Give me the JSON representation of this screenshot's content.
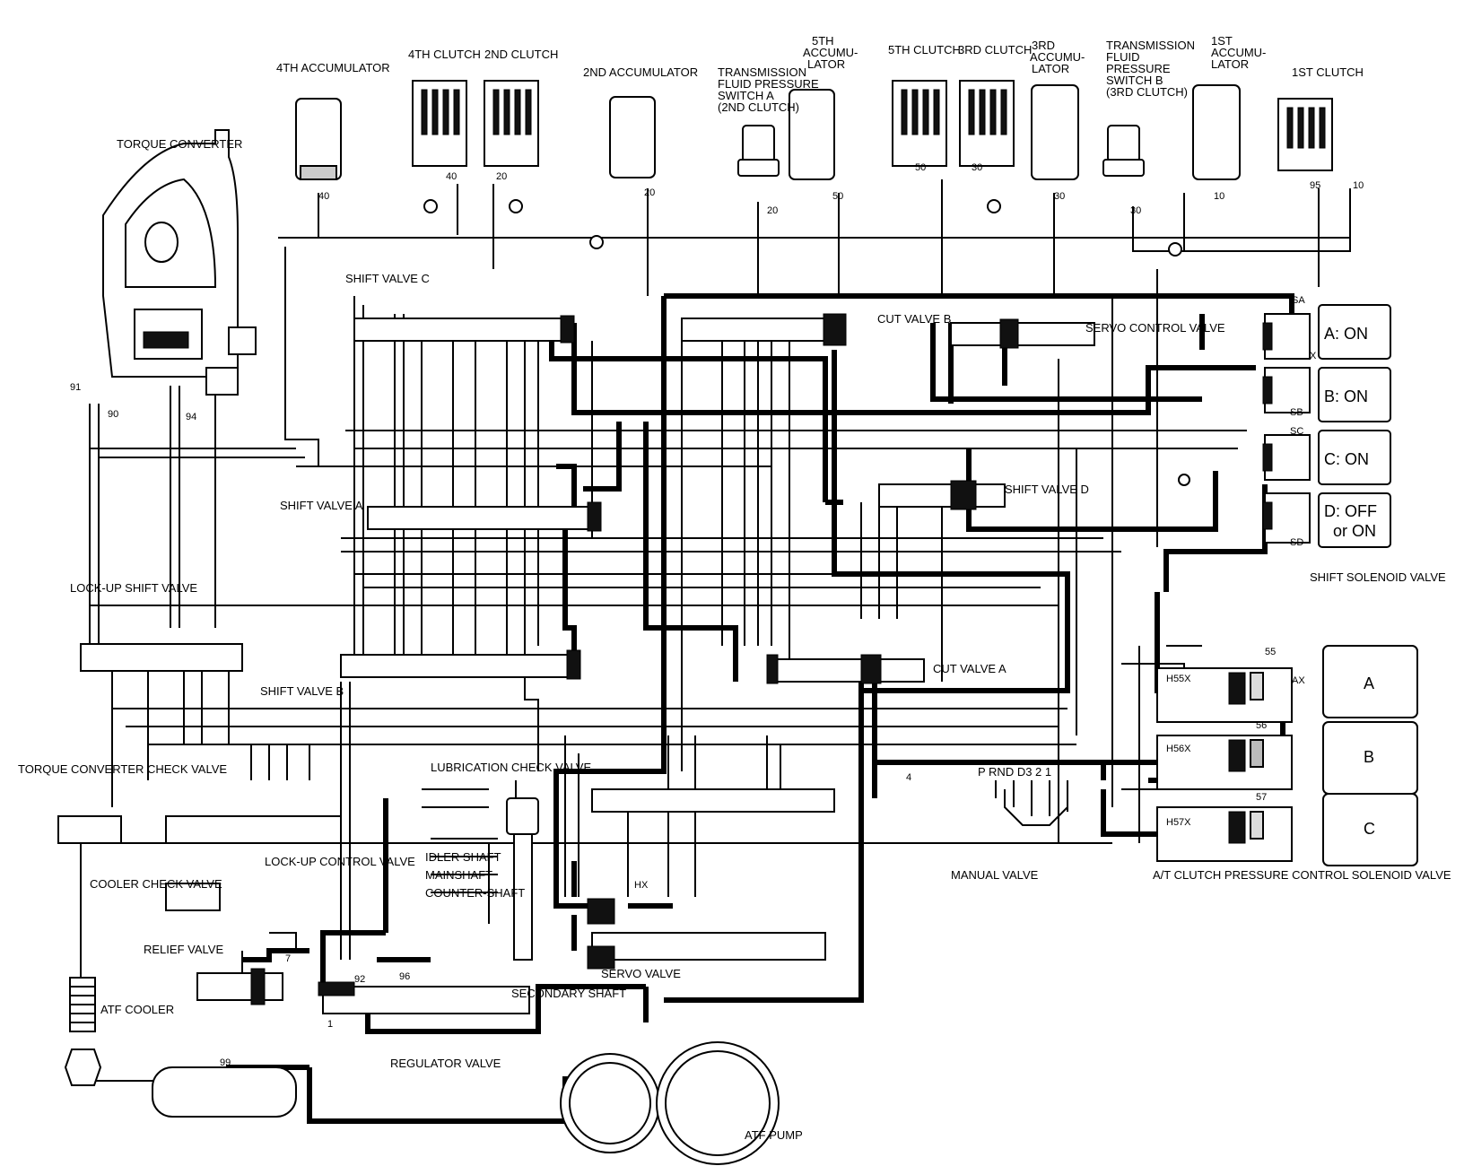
{
  "components": {
    "torque_converter": "TORQUE CONVERTER",
    "accumulator_4th": "4TH ACCUMULATOR",
    "clutch_4th": "4TH CLUTCH",
    "clutch_2nd": "2ND CLUTCH",
    "accumulator_2nd": "2ND ACCUMULATOR",
    "tfp_switch_a_l1": "TRANSMISSION",
    "tfp_switch_a_l2": "FLUID PRESSURE",
    "tfp_switch_a_l3": "SWITCH A",
    "tfp_switch_a_l4": "(2ND CLUTCH)",
    "accumulator_5th_l1": "5TH",
    "accumulator_5th_l2": "ACCUMU-",
    "accumulator_5th_l3": "LATOR",
    "clutch_5th": "5TH CLUTCH",
    "clutch_3rd": "3RD CLUTCH",
    "accumulator_3rd_l1": "3RD",
    "accumulator_3rd_l2": "ACCUMU-",
    "accumulator_3rd_l3": "LATOR",
    "tfp_switch_b_l1": "TRANSMISSION",
    "tfp_switch_b_l2": "FLUID",
    "tfp_switch_b_l3": "PRESSURE",
    "tfp_switch_b_l4": "SWITCH B",
    "tfp_switch_b_l5": "(3RD CLUTCH)",
    "accumulator_1st_l1": "1ST",
    "accumulator_1st_l2": "ACCUMU-",
    "accumulator_1st_l3": "LATOR",
    "clutch_1st": "1ST CLUTCH",
    "shift_valve_c": "SHIFT VALVE C",
    "cut_valve_b": "CUT VALVE B",
    "servo_control_valve": "SERVO CONTROL VALVE",
    "shift_valve_a": "SHIFT VALVE A",
    "shift_valve_d": "SHIFT VALVE D",
    "lockup_shift_valve": "LOCK-UP SHIFT VALVE",
    "shift_valve_b": "SHIFT VALVE B",
    "cut_valve_a": "CUT VALVE A",
    "shift_solenoid_valve": "SHIFT SOLENOID VALVE",
    "tc_check_valve": "TORQUE CONVERTER CHECK VALVE",
    "lubrication_check_valve": "LUBRICATION CHECK VALVE",
    "lockup_control_valve": "LOCK-UP CONTROL VALVE",
    "cooler_check_valve": "COOLER CHECK VALVE",
    "relief_valve": "RELIEF VALVE",
    "atf_cooler": "ATF COOLER",
    "regulator_valve": "REGULATOR VALVE",
    "secondary_shaft": "SECONDARY SHAFT",
    "servo_valve": "SERVO VALVE",
    "manual_valve": "MANUAL VALVE",
    "atf_pump": "ATF PUMP",
    "at_clutch_pcsv": "A/T CLUTCH PRESSURE CONTROL SOLENOID VALVE",
    "idler_shaft": "IDLER SHAFT",
    "mainshaft": "MAINSHAFT",
    "countershaft": "COUNTER-SHAFT"
  },
  "solenoid_states": {
    "a": "A: ON",
    "b": "B: ON",
    "c": "C: ON",
    "d_l1": "D: OFF",
    "d_l2": "or ON"
  },
  "pcsv_boxes": {
    "a": "A",
    "b": "B",
    "c": "C"
  },
  "manual_positions": "P RND D3 2 1",
  "ports": {
    "p40a": "40",
    "p40b": "40",
    "p20a": "20",
    "p20b": "20",
    "p20c": "20",
    "p50a": "50",
    "p50b": "50",
    "p30a": "30",
    "p30b": "30",
    "p30c": "30",
    "p10a": "10",
    "p10b": "10",
    "p95": "95",
    "p91": "91",
    "p90": "90",
    "p94": "94",
    "sa": "SA",
    "sb": "SB",
    "sc": "SC",
    "sd": "SD",
    "x": "X",
    "h55x": "H55X",
    "h56x": "H56X",
    "h57x": "H57X",
    "ax": "AX",
    "hx": "HX",
    "p55": "55",
    "p56": "56",
    "p57": "57",
    "p99": "99",
    "p92": "92",
    "p96": "96",
    "p7": "7",
    "p1": "1",
    "p4": "4"
  }
}
